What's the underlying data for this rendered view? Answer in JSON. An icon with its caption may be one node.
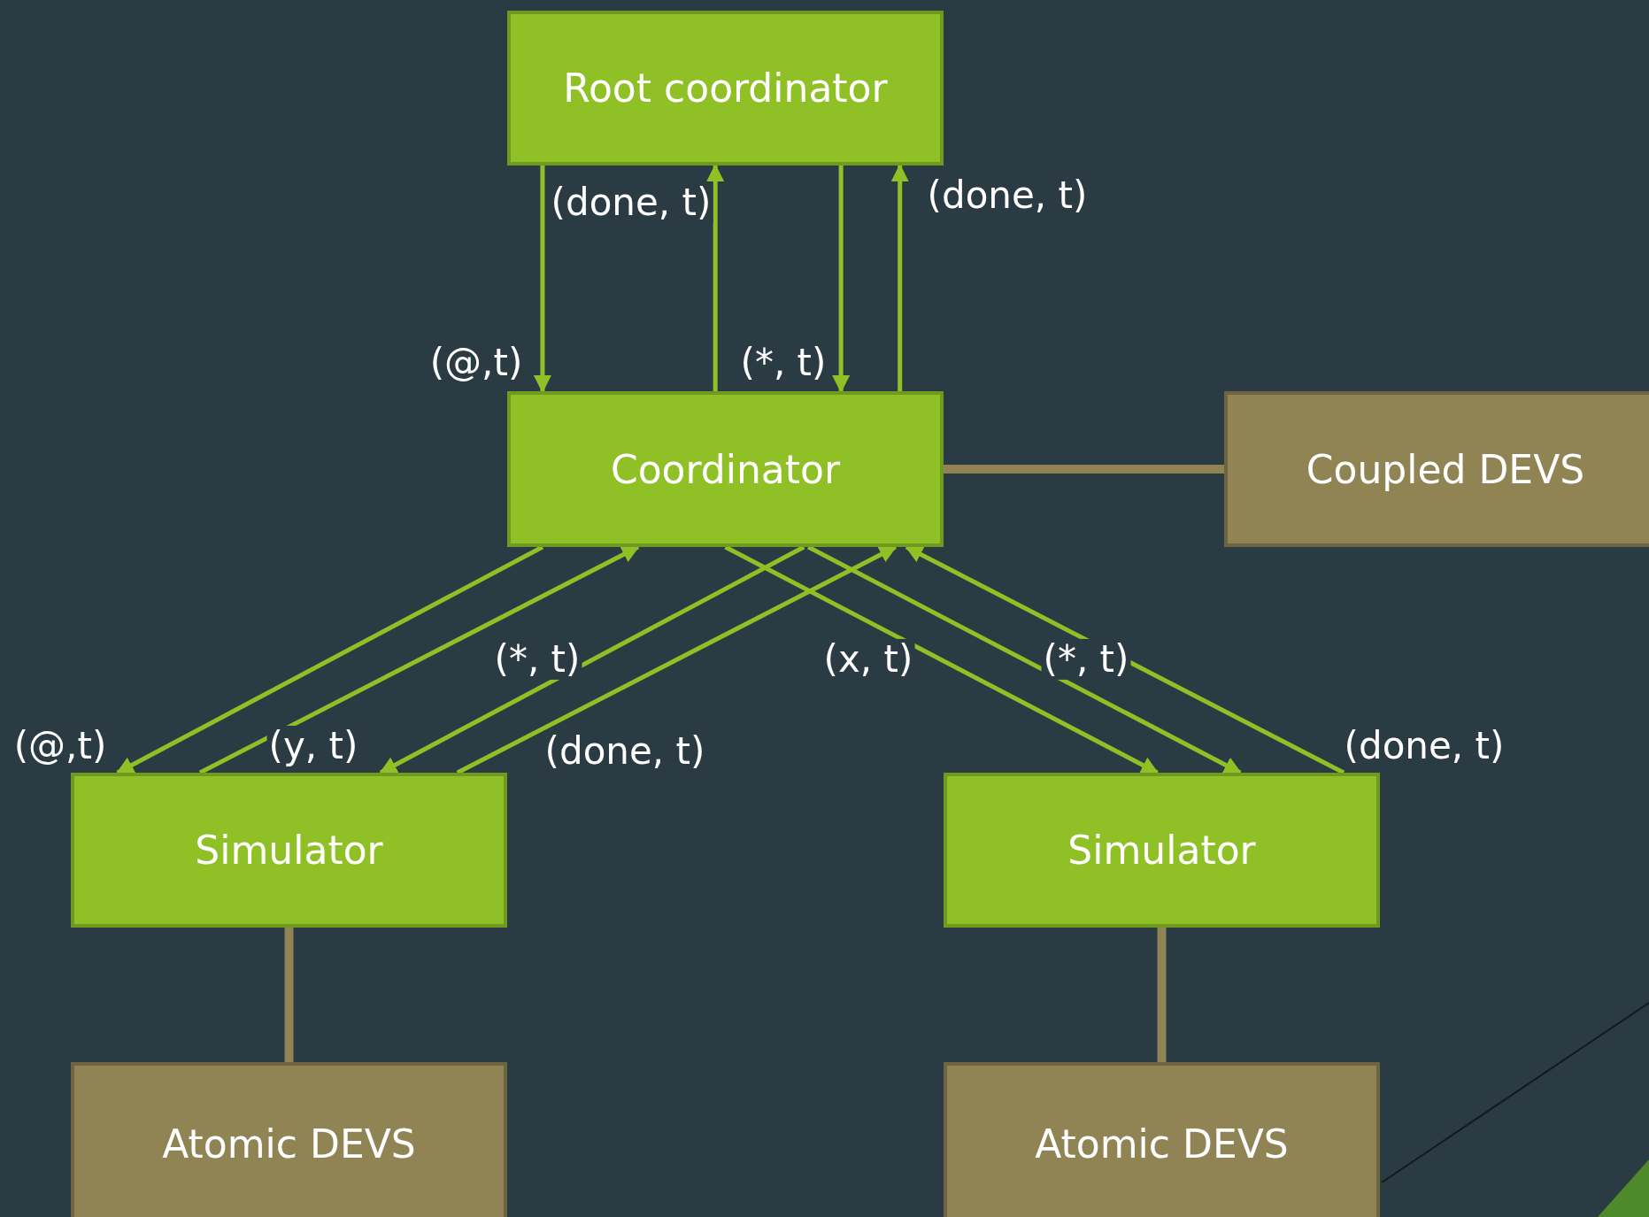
{
  "diagram": {
    "nodes": [
      {
        "text": [
          "Root coordinator"
        ]
      },
      {
        "text": [
          "Coordinator"
        ]
      },
      {
        "text": [
          "Coupled DEVS"
        ]
      },
      {
        "text": [
          "Simulator"
        ]
      },
      {
        "text": [
          "Simulator"
        ]
      },
      {
        "text": [
          "Atomic DEVS"
        ]
      },
      {
        "text": [
          "Atomic DEVS"
        ]
      }
    ],
    "edges": [
      {
        "from": 0,
        "to": 1,
        "arrow": "to",
        "label": "(@,t)"
      },
      {
        "from": 1,
        "to": 0,
        "arrow": "to",
        "label": "(done, t)"
      },
      {
        "from": 0,
        "to": 1,
        "arrow": "to",
        "label": "(*, t)"
      },
      {
        "from": 1,
        "to": 0,
        "arrow": "to",
        "label": "(done, t)"
      },
      {
        "from": 1,
        "to": 3,
        "arrow": "to",
        "label": "(@,t)"
      },
      {
        "from": 3,
        "to": 1,
        "arrow": "to",
        "label": "(y, t)"
      },
      {
        "from": 1,
        "to": 3,
        "arrow": "to",
        "label": "(*, t)"
      },
      {
        "from": 3,
        "to": 1,
        "arrow": "to",
        "label": "(done, t)"
      },
      {
        "from": 1,
        "to": 4,
        "arrow": "to",
        "label": "(x, t)"
      },
      {
        "from": 1,
        "to": 4,
        "arrow": "to",
        "label": "(*, t)"
      },
      {
        "from": 4,
        "to": 1,
        "arrow": "to",
        "label": "(done, t)"
      },
      {
        "from": 1,
        "to": 2,
        "arrow": "none",
        "style": "thick",
        "color": "#918454"
      },
      {
        "from": 3,
        "to": 5,
        "arrow": "none",
        "style": "thick",
        "color": "#918454"
      },
      {
        "from": 4,
        "to": 6,
        "arrow": "none",
        "style": "thick",
        "color": "#918454"
      }
    ]
  }
}
